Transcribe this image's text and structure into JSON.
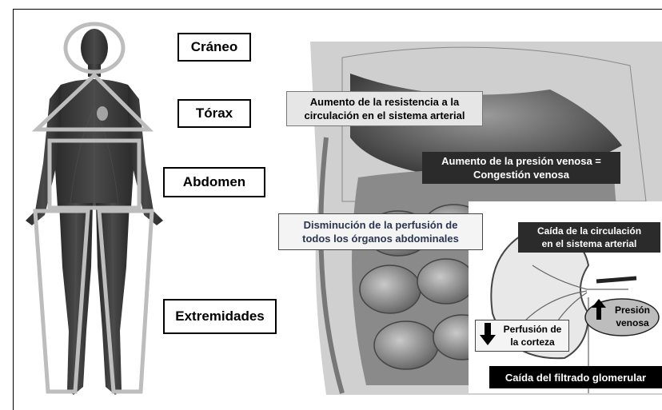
{
  "regions": {
    "craneo": "Cráneo",
    "torax": "Tórax",
    "abdomen": "Abdomen",
    "extremidades": "Extremidades"
  },
  "callouts": {
    "resistencia": "Aumento de la resistencia a la\ncirculación en el sistema arterial",
    "presion_venosa": "Aumento de la presión venosa =\nCongestión venosa",
    "perfusion": "Disminución de la perfusión de\ntodos los órganos abdominales",
    "caida_circulacion": "Caída de la circulación\nen el sistema arterial",
    "presion_venosa_kidney": "Presión\nvenosa",
    "perfusion_corteza": "Perfusión de\nla corteza",
    "filtrado": "Caída del filtrado glomerular"
  },
  "colors": {
    "outline": "#bdbdbd",
    "dark_box": "#2b2b2b",
    "light_box": "#e6e6e6"
  }
}
